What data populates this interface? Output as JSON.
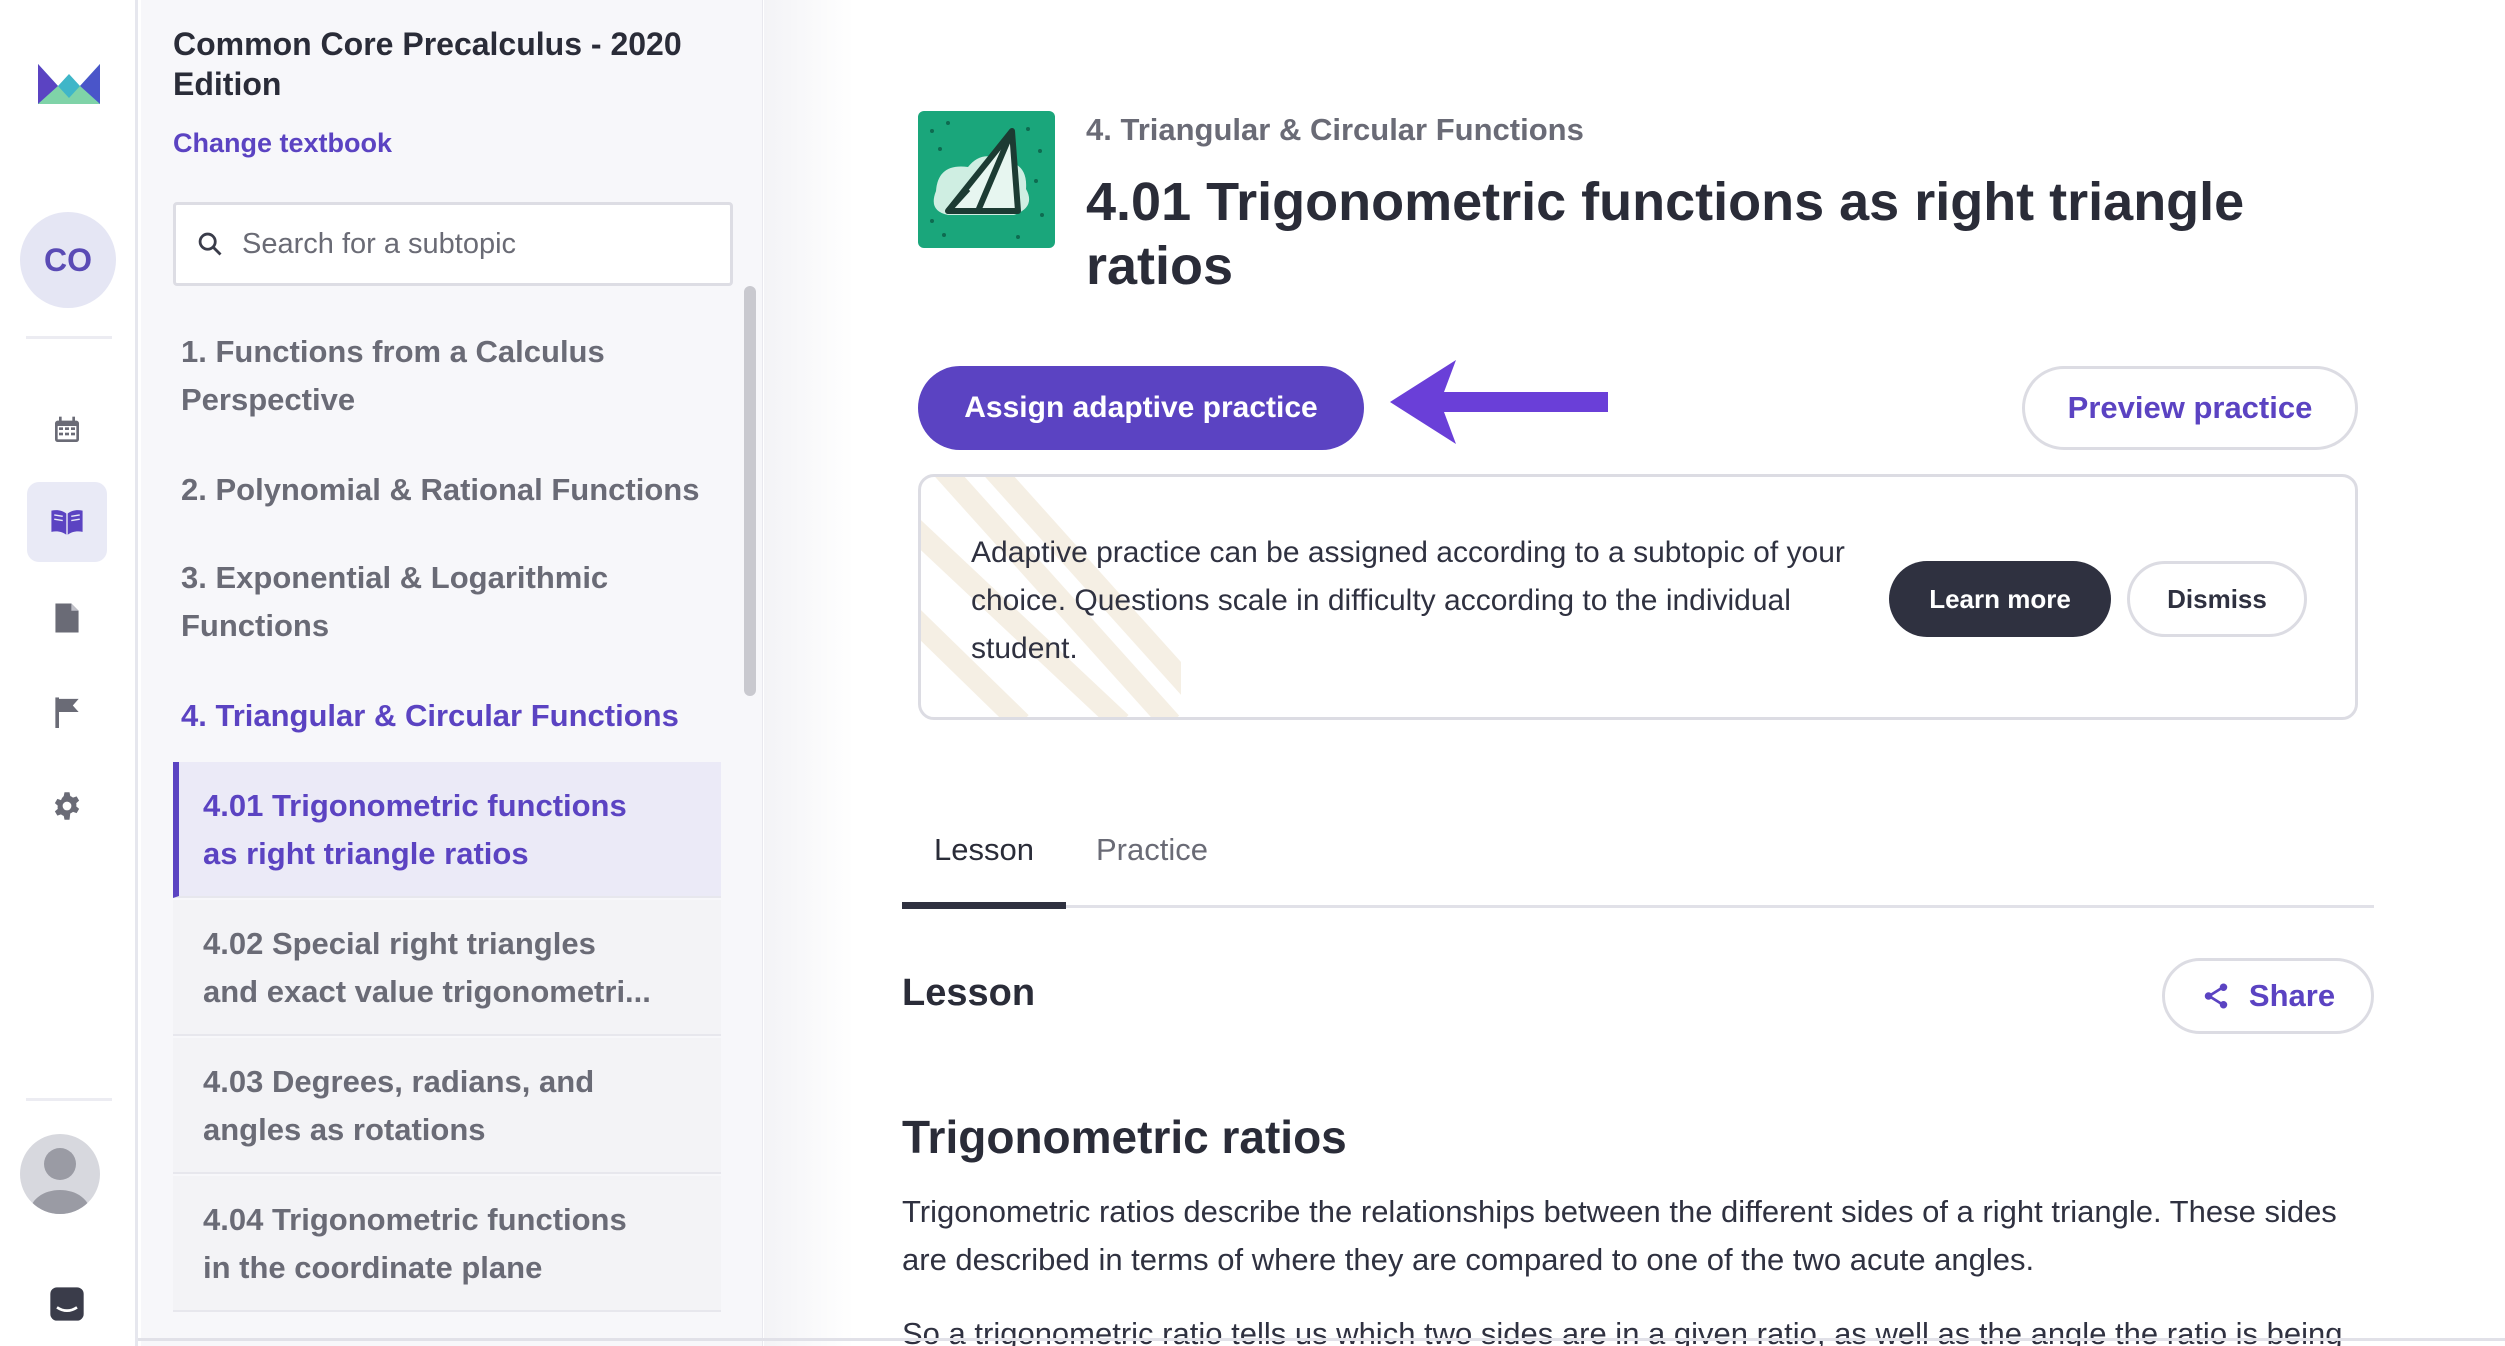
{
  "rail": {
    "avatar_initials": "CO",
    "icons": [
      "calendar-icon",
      "book-open-icon",
      "document-icon",
      "flag-icon",
      "gear-icon",
      "user-avatar-icon",
      "chat-icon"
    ],
    "accent": "#5b43c2"
  },
  "sidebar": {
    "textbook_title": "Common Core Precalculus - 2020 Edition",
    "change_textbook": "Change textbook",
    "search_placeholder": "Search for a subtopic",
    "chapters": [
      {
        "label": "1. Functions from a Calculus Perspective"
      },
      {
        "label": "2. Polynomial & Rational Functions"
      },
      {
        "label": "3. Exponential & Logarithmic Functions"
      },
      {
        "label": "4. Triangular & Circular Functions"
      }
    ],
    "subtopics": [
      {
        "line1": "4.01 Trigonometric functions",
        "line2": "as right triangle ratios"
      },
      {
        "line1": "4.02 Special right triangles",
        "line2": "and exact value trigonometri..."
      },
      {
        "line1": "4.03 Degrees, radians, and",
        "line2": "angles as rotations"
      },
      {
        "line1": "4.04 Trigonometric functions",
        "line2": "in the coordinate plane"
      }
    ]
  },
  "main": {
    "breadcrumb": "4. Triangular & Circular Functions",
    "title": "4.01 Trigonometric functions as right triangle ratios",
    "assign_button": "Assign adaptive practice",
    "preview_button": "Preview practice",
    "info": {
      "text": "Adaptive practice can be assigned according to a subtopic of your choice. Questions scale in difficulty according to the individual student.",
      "learn_more": "Learn more",
      "dismiss": "Dismiss"
    },
    "tabs": [
      {
        "label": "Lesson"
      },
      {
        "label": "Practice"
      }
    ],
    "section_title": "Lesson",
    "share_button": "Share",
    "lesson_heading": "Trigonometric ratios",
    "paragraph1": "Trigonometric ratios describe the relationships between the different sides of a right triangle. These sides are described in terms of where they are compared to one of the two acute angles.",
    "paragraph2": "So a trigonometric ratio tells us which two sides are in a given ratio, as well as the angle the ratio is being"
  }
}
